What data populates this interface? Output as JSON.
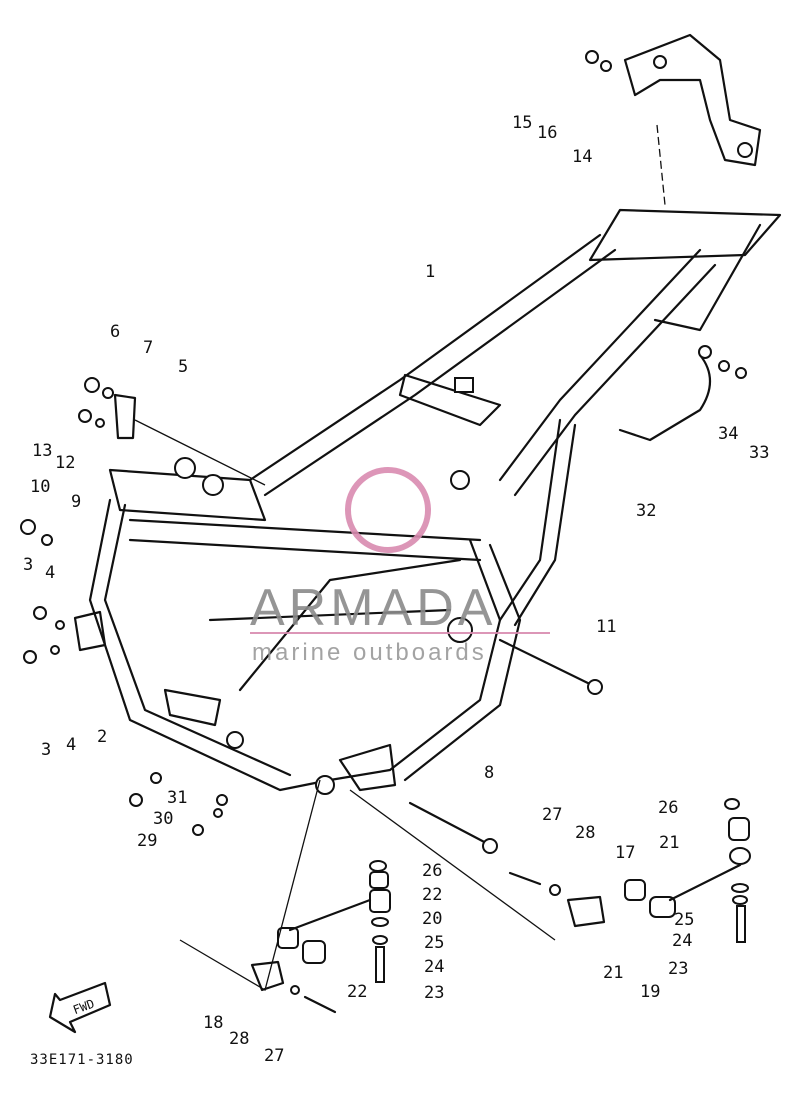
{
  "diagram": {
    "part_code": "33E171-3180",
    "fwd_label": "FWD",
    "callouts": [
      "1",
      "2",
      "3",
      "3",
      "4",
      "4",
      "5",
      "6",
      "7",
      "8",
      "9",
      "10",
      "11",
      "12",
      "13",
      "14",
      "15",
      "16",
      "17",
      "18",
      "19",
      "20",
      "21",
      "21",
      "22",
      "22",
      "23",
      "23",
      "24",
      "24",
      "25",
      "25",
      "26",
      "26",
      "27",
      "27",
      "28",
      "28",
      "29",
      "30",
      "31",
      "32",
      "33",
      "34"
    ]
  },
  "watermark": {
    "brand": "ARMADA",
    "tagline": "marine outboards",
    "color": "#d98bb0"
  }
}
